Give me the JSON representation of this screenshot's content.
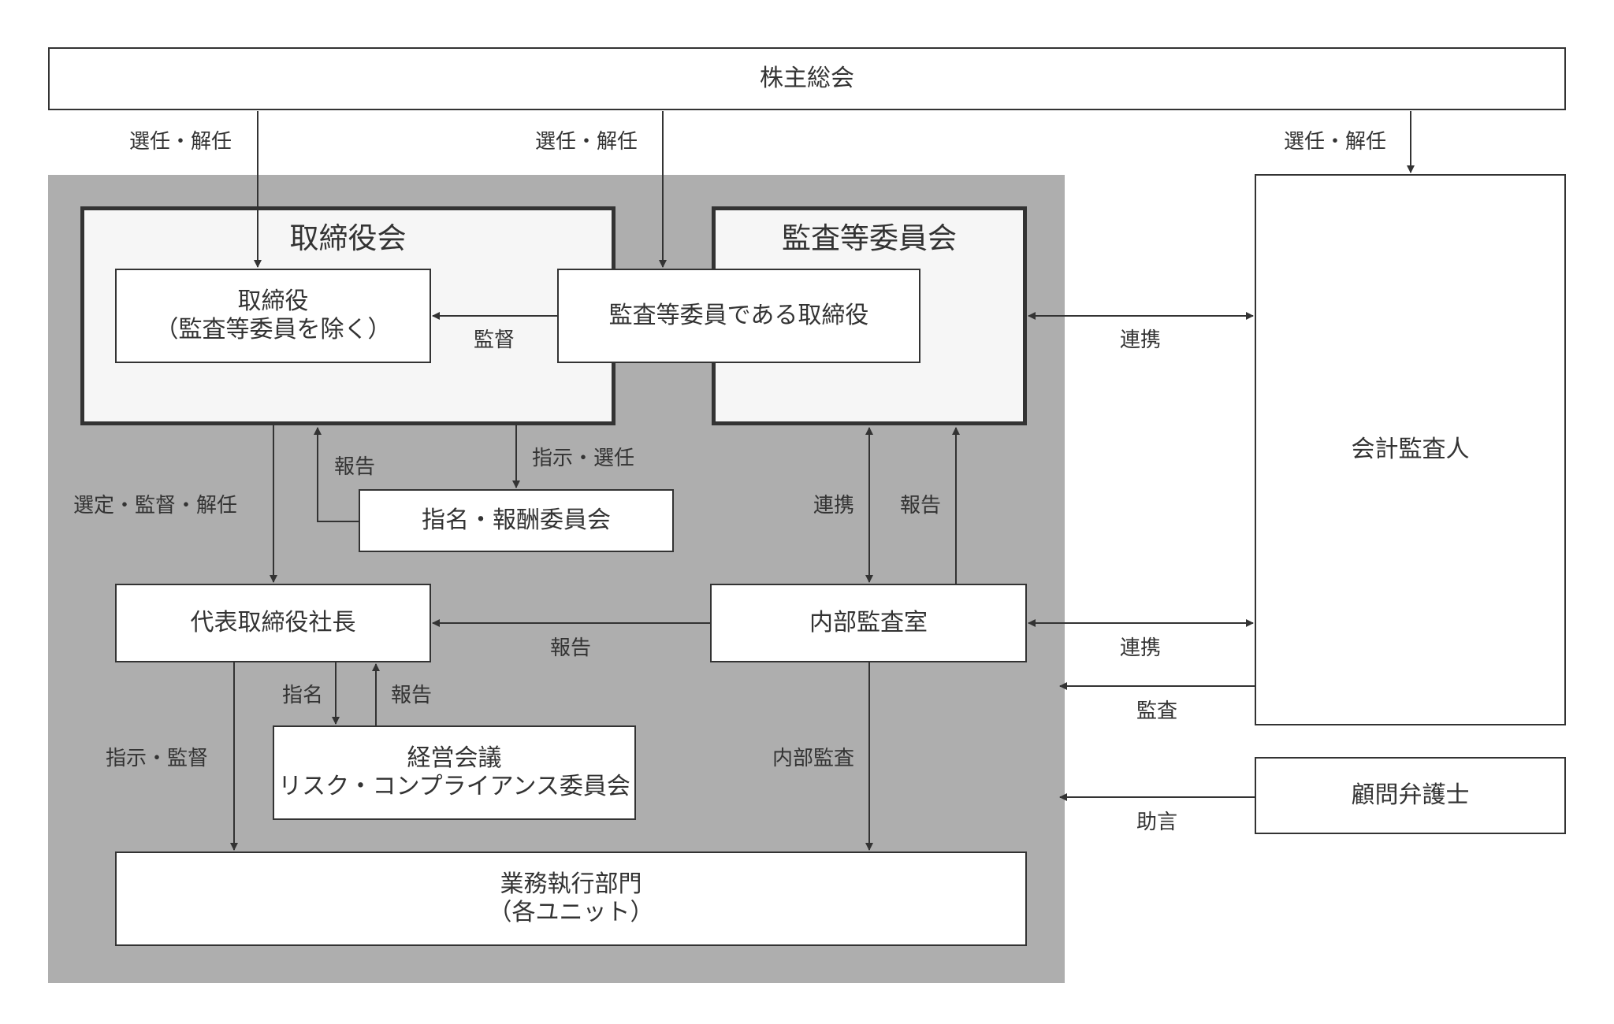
{
  "shareholders_meeting": "株主総会",
  "board": {
    "title": "取締役会",
    "directors": [
      "取締役",
      "（監査等委員を除く）"
    ]
  },
  "audit_committee": {
    "title": "監査等委員会",
    "members": "監査等委員である取締役"
  },
  "accounting_auditor": "会計監査人",
  "nomination_committee": "指名・報酬委員会",
  "president": "代表取締役社長",
  "internal_audit_office": "内部監査室",
  "management_meeting": [
    "経営会議",
    "リスク・コンプライアンス委員会"
  ],
  "business_divisions": [
    "業務執行部門",
    "（各ユニット）"
  ],
  "legal_counsel": "顧問弁護士",
  "labels": {
    "elect_dismiss_board": "選任・解任",
    "elect_dismiss_audit": "選任・解任",
    "elect_dismiss_auditor": "選任・解任",
    "supervise": "監督",
    "cooperate_committee_auditor": "連携",
    "report_to_board": "報告",
    "instruct_elect": "指示・選任",
    "appoint_supervise_dismiss": "選定・監督・解任",
    "cooperate_committee_internal": "連携",
    "report_to_committee": "報告",
    "report_to_president": "報告",
    "cooperate_internal_auditor": "連携",
    "audit": "監査",
    "nominate": "指名",
    "report_from_meeting": "報告",
    "instruct_supervise": "指示・監督",
    "internal_audit": "内部監査",
    "advice": "助言"
  },
  "colors": {
    "line": "#333333",
    "company_area": "#aeaeae",
    "panel_fill": "#f6f6f6",
    "box_fill": "#ffffff"
  }
}
